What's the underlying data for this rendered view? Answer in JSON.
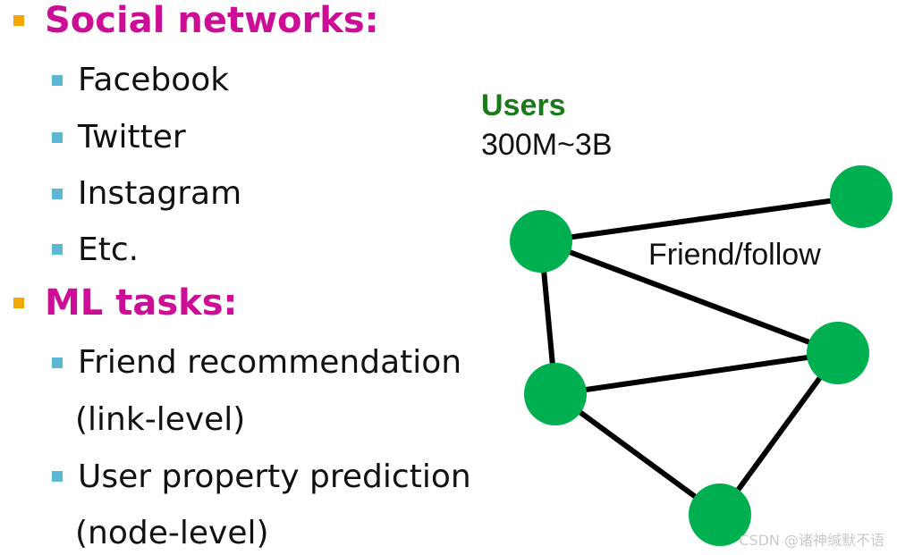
{
  "sections": [
    {
      "heading": "Social networks:",
      "items": [
        "Facebook",
        "Twitter",
        "Instagram",
        "Etc."
      ]
    },
    {
      "heading": "ML tasks:",
      "items": [
        {
          "line1": "Friend recommendation",
          "line2": "(link-level)"
        },
        {
          "line1": "User property prediction",
          "line2": "(node-level)"
        }
      ]
    }
  ],
  "graph": {
    "title": "Users",
    "count": "300M~3B",
    "edge_label": "Friend/follow",
    "nodes": [
      "a",
      "b",
      "c",
      "d",
      "e"
    ],
    "edges": [
      [
        "b",
        "a"
      ],
      [
        "b",
        "d"
      ],
      [
        "b",
        "c"
      ],
      [
        "c",
        "d"
      ],
      [
        "c",
        "e"
      ],
      [
        "d",
        "e"
      ]
    ]
  },
  "colors": {
    "heading": "#cc0e96",
    "bullet_l1": "#f2a800",
    "bullet_l2": "#5bb7d2",
    "node": "#00b050",
    "users_title": "#1a7a1a",
    "edge": "#000000"
  },
  "watermark": "CSDN @诸神缄默不语"
}
